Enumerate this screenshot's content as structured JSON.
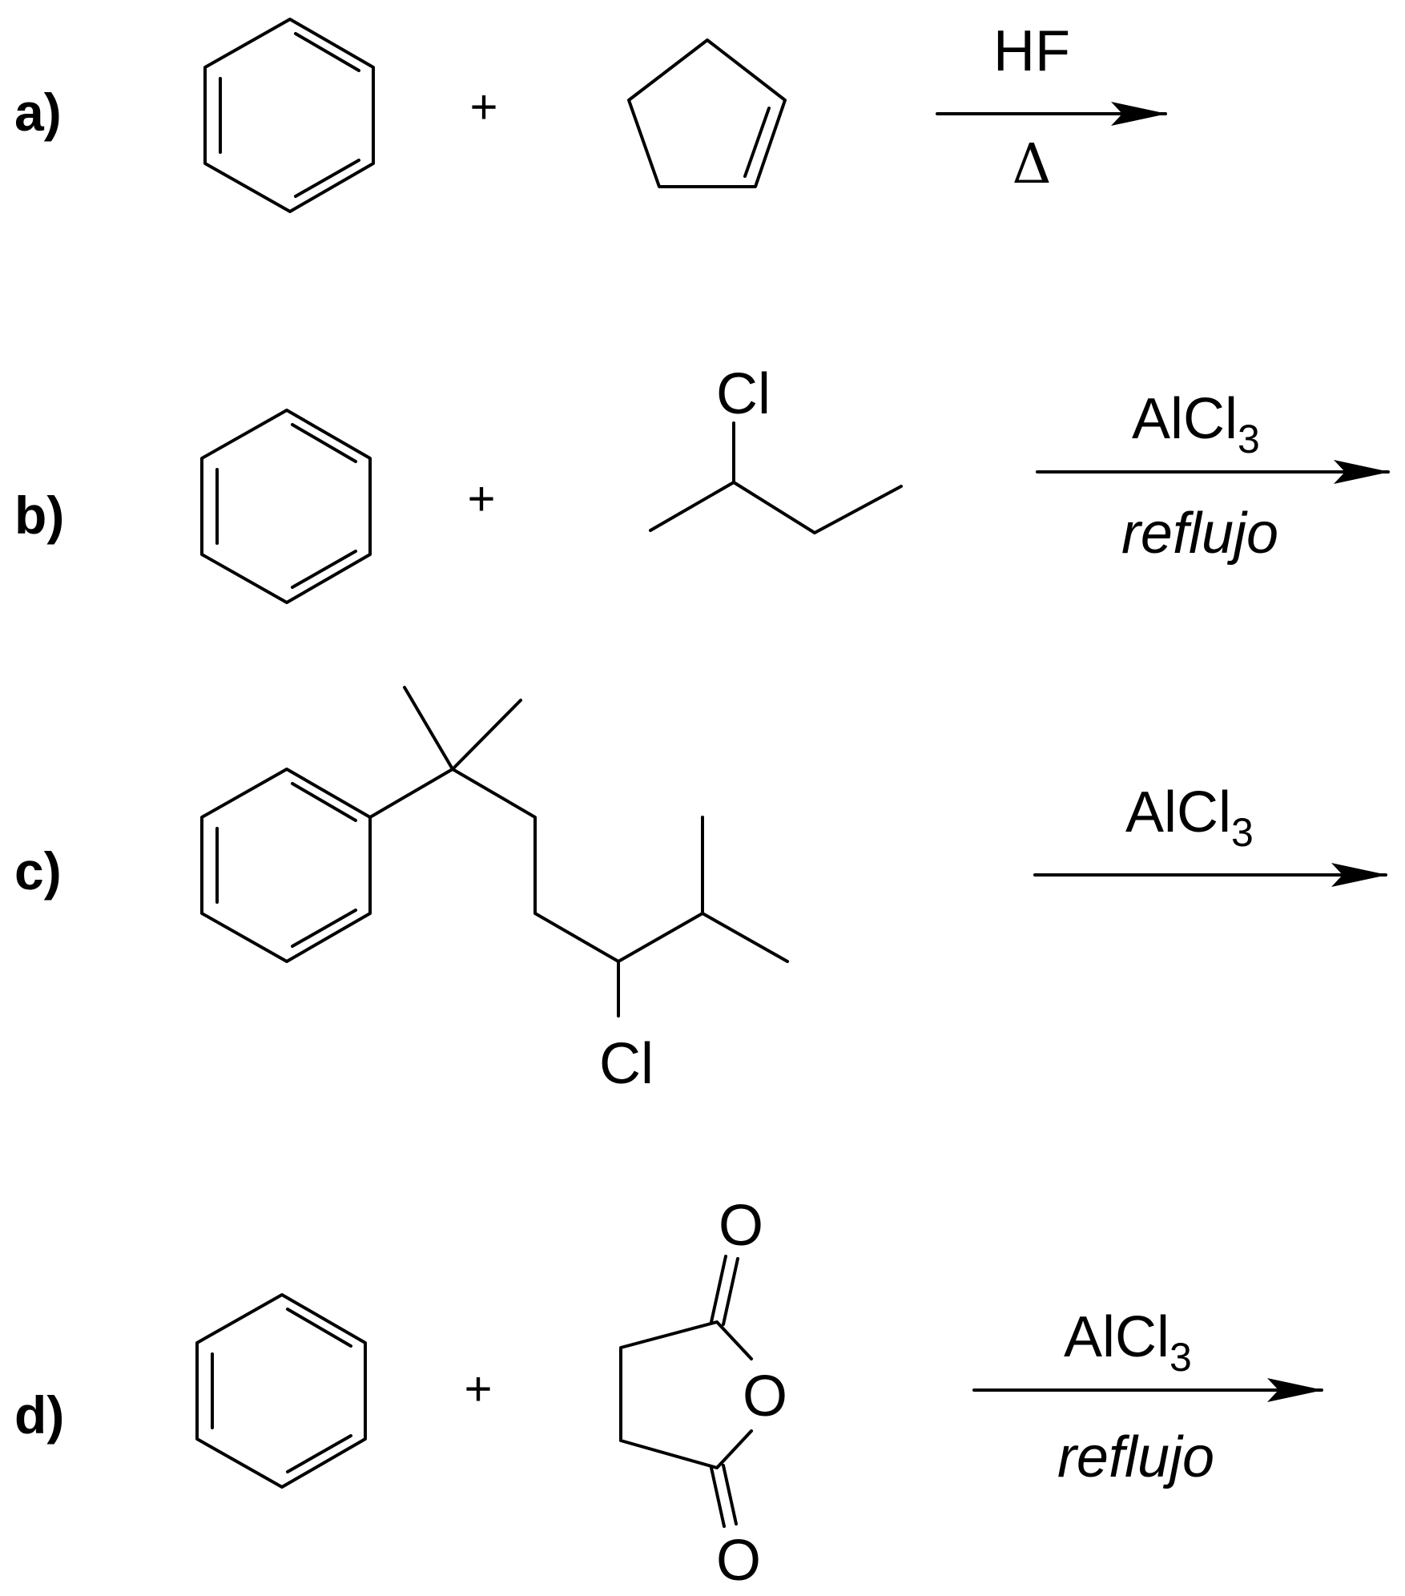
{
  "reactions": [
    {
      "label": "a)",
      "plus": "+",
      "reagent_main": "HF",
      "reagent_sub": "",
      "condition": "Δ"
    },
    {
      "label": "b)",
      "plus": "+",
      "reagent_main": "AlCl",
      "reagent_sub": "3",
      "condition": "reflujo",
      "substituent": "Cl"
    },
    {
      "label": "c)",
      "reagent_main": "AlCl",
      "reagent_sub": "3",
      "substituent": "Cl"
    },
    {
      "label": "d)",
      "plus": "+",
      "reagent_main": "AlCl",
      "reagent_sub": "3",
      "condition": "reflujo",
      "atom_top": "O",
      "atom_ring": "O",
      "atom_bottom": "O"
    }
  ]
}
